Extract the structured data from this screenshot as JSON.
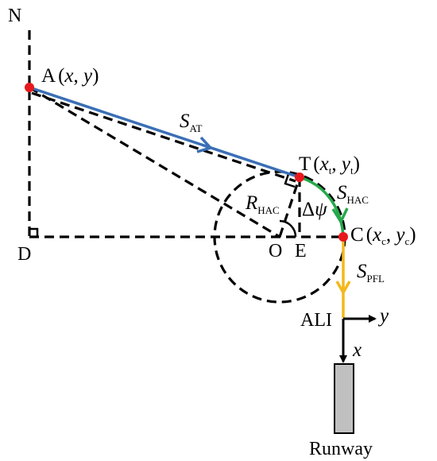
{
  "labels": {
    "north": "N",
    "point_a_name": "A",
    "point_a_coords_open": "(",
    "point_a_x": "x",
    "point_a_sep": ", ",
    "point_a_y": "y",
    "point_a_coords_close": ")",
    "s_at_main": "S",
    "s_at_sub": "AT",
    "point_t_name": "T",
    "point_t_x": "x",
    "point_t_x_sub": "t",
    "point_t_y": "y",
    "point_t_y_sub": "t",
    "r_hac_main": "R",
    "r_hac_sub": "HAC",
    "delta_psi_delta": "Δ",
    "delta_psi_psi": "ψ",
    "s_hac_main": "S",
    "s_hac_sub": "HAC",
    "point_c_name": "C",
    "point_c_x": "x",
    "point_c_x_sub": "c",
    "point_c_y": "y",
    "point_c_y_sub": "c",
    "point_d": "D",
    "point_o": "O",
    "point_e": "E",
    "s_pfl_main": "S",
    "s_pfl_sub": "PFL",
    "ali": "ALI",
    "axis_y": "y",
    "axis_x": "x",
    "runway": "Runway"
  },
  "colors": {
    "segment_at": "#3a6fb5",
    "segment_hac": "#26a84a",
    "segment_pfl": "#f4b81c",
    "waypoint": "#e8191c",
    "runway_fill": "#c0c0c0",
    "lines": "#000000"
  }
}
